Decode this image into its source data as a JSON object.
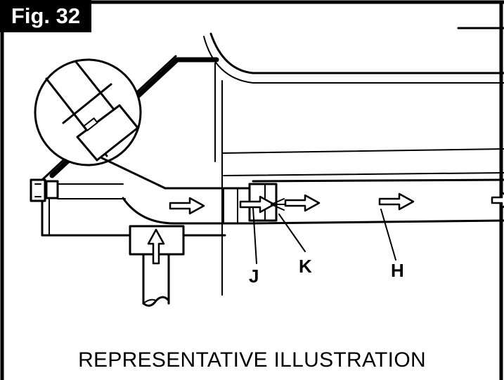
{
  "figure": {
    "number_label": "Fig. 32",
    "caption": "REPRESENTATIVE ILLUSTRATION"
  },
  "callouts": {
    "j": "J",
    "k": "K",
    "h": "H"
  },
  "colors": {
    "ink": "#000000",
    "paper": "#ffffff",
    "flow_arrow_fill": "#ffffff"
  },
  "icons": {
    "flow_arrow": "flow-arrow-icon",
    "control_knob": "control-knob-icon"
  }
}
